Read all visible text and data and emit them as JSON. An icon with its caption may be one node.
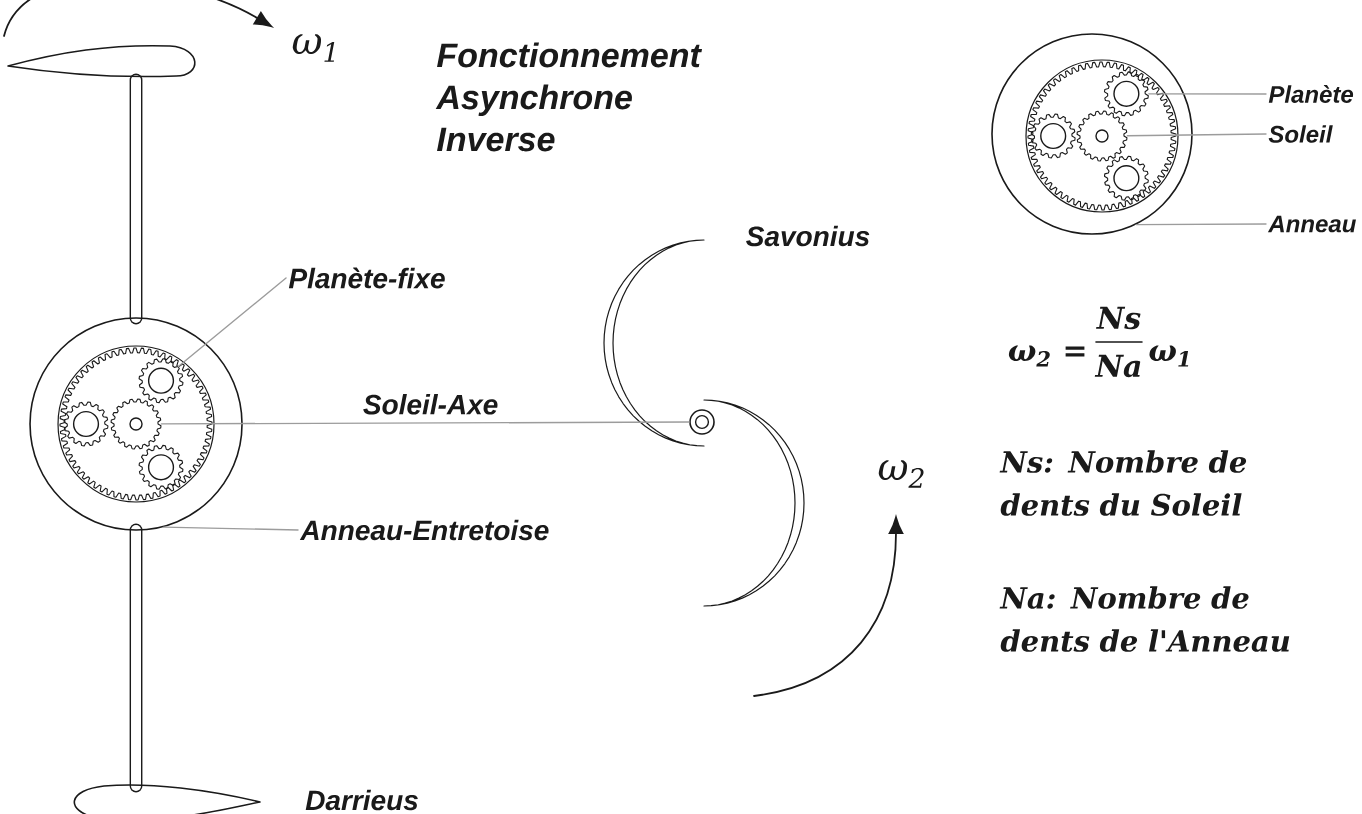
{
  "diagram": {
    "title": "Fonctionnement Asynchrone Inverse",
    "nodes": [
      {
        "text": [],
        "shape": "circle"
      },
      {
        "text": [],
        "shape": "gear",
        "in": 0
      },
      {
        "text": [],
        "shape": "gear",
        "in": 0
      },
      {
        "text": [],
        "shape": "gear",
        "in": 0
      },
      {
        "text": [],
        "shape": "gear",
        "in": 0
      },
      {
        "text": [
          "Planète-fixe"
        ]
      },
      {
        "text": [
          "Anneau-Entretoise"
        ]
      },
      {
        "text": [],
        "shape": "circle"
      },
      {
        "text": [],
        "shape": "circle"
      },
      {
        "text": [],
        "shape": "gear",
        "in": 8
      },
      {
        "text": [],
        "shape": "gear",
        "in": 8
      },
      {
        "text": [],
        "shape": "gear",
        "in": 8
      },
      {
        "text": [],
        "shape": "gear",
        "in": 8
      },
      {
        "text": [
          "Planète"
        ]
      },
      {
        "text": [
          "Soleil"
        ]
      },
      {
        "text": [
          "Anneau"
        ]
      }
    ],
    "edges": [
      {
        "from": 5,
        "to": 3,
        "arrow": "none"
      },
      {
        "from": 2,
        "to": 7,
        "arrow": "none",
        "label": "Soleil-Axe"
      },
      {
        "from": 6,
        "to": 0,
        "arrow": "none"
      },
      {
        "from": 13,
        "to": 11,
        "arrow": "none"
      },
      {
        "from": 14,
        "to": 10,
        "arrow": "none"
      },
      {
        "from": 15,
        "to": 8,
        "arrow": "none"
      }
    ],
    "labels": [
      "ω$_{1}$",
      "Savonius",
      "ω$_{2}$ =",
      "Ns",
      "Na",
      "ω$_{1}$",
      "ω$_{2}$",
      "Ns: Nombre de dents du Soleil",
      "Na: Nombre de dents de l'Anneau",
      "Darrieus"
    ]
  }
}
